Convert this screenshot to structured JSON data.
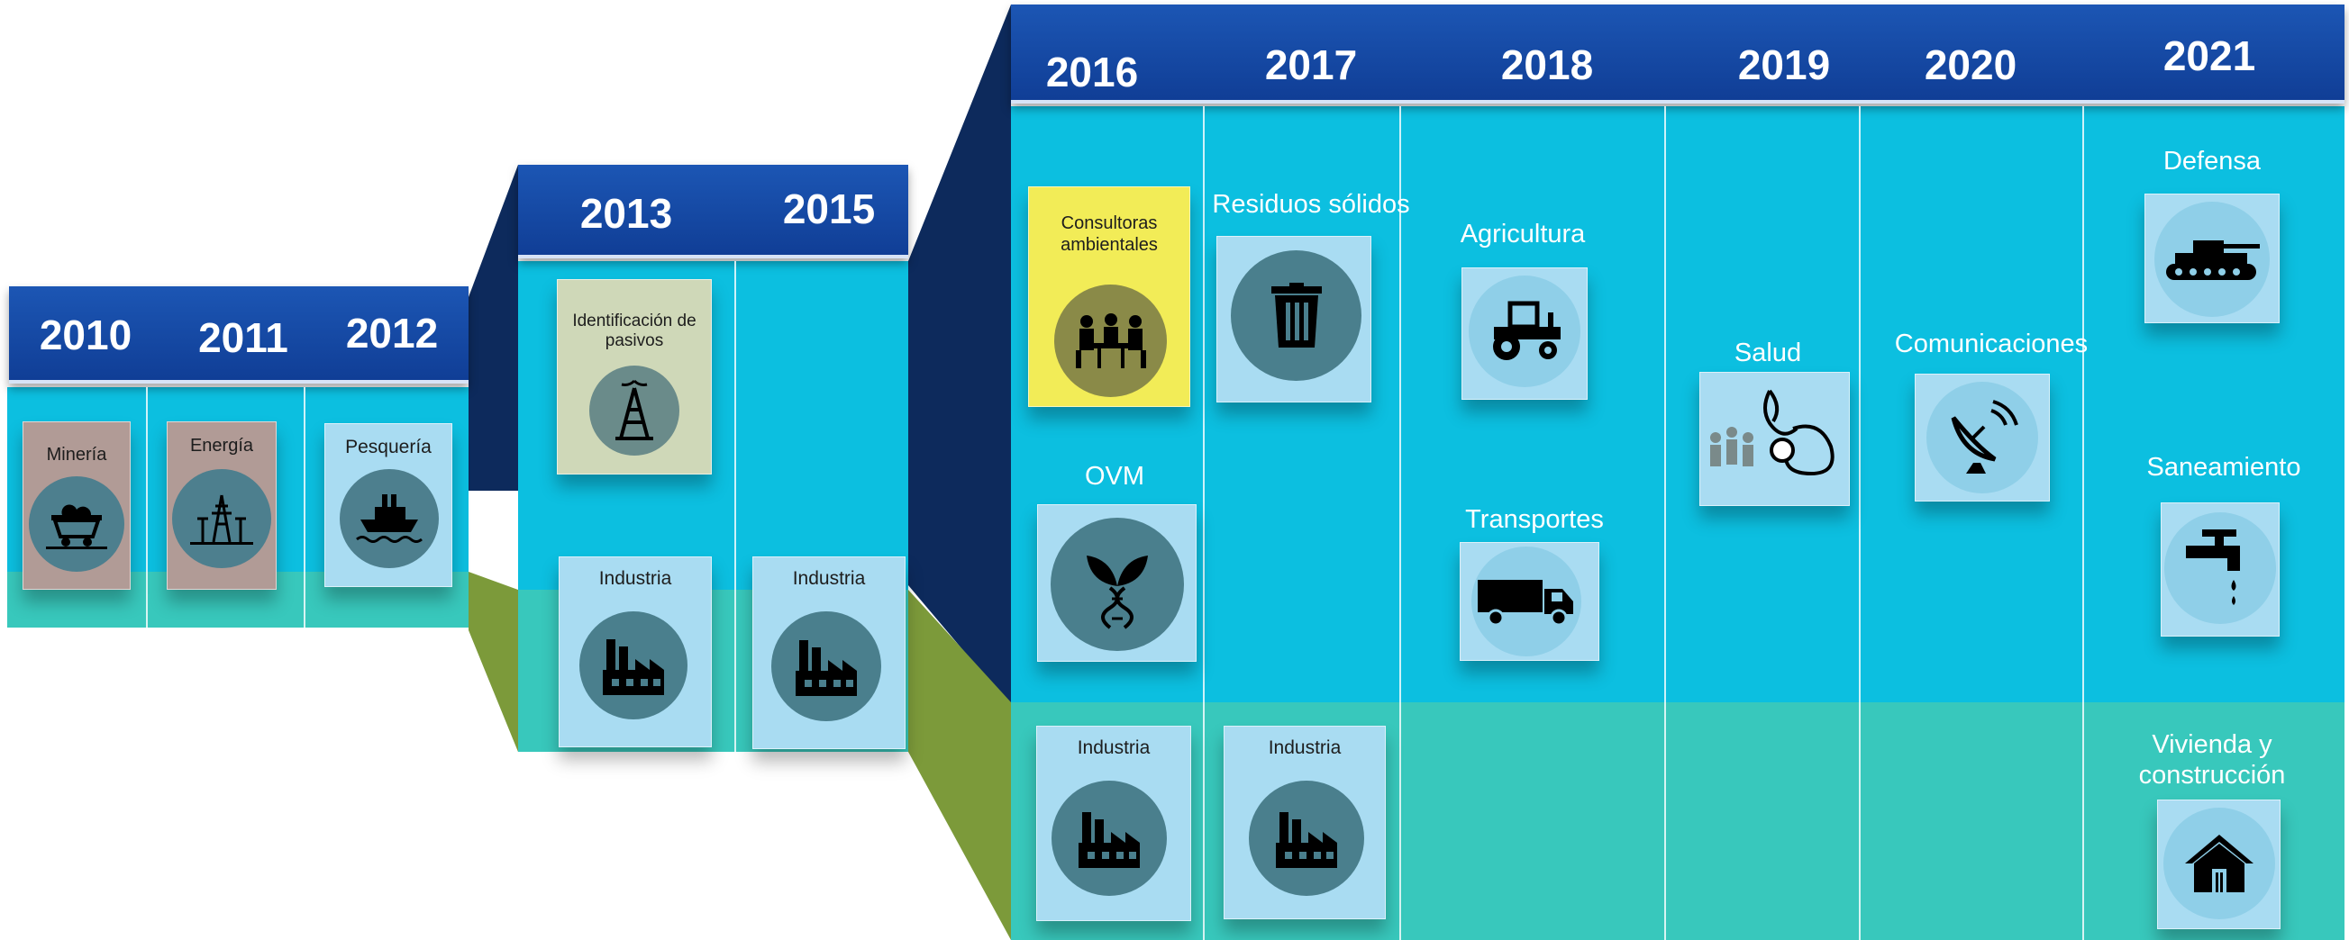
{
  "periods": [
    {
      "years": [
        "2010",
        "2011",
        "2012"
      ]
    },
    {
      "years": [
        "2013",
        "2015"
      ]
    },
    {
      "years": [
        "2016",
        "2017",
        "2018",
        "2019",
        "2020",
        "2021"
      ]
    }
  ],
  "sectors": {
    "mineria": "Minería",
    "energia": "Energía",
    "pesqueria": "Pesquería",
    "identificacion": "Identificación de pasivos",
    "industria": "Industria",
    "consultoras": "Consultoras ambientales",
    "residuos": "Residuos sólidos",
    "ovm": "OVM",
    "agricultura": "Agricultura",
    "transportes": "Transportes",
    "salud": "Salud",
    "comunicaciones": "Comunicaciones",
    "defensa": "Defensa",
    "saneamiento": "Saneamiento",
    "vivienda": "Vivienda y construcción"
  },
  "icons": {
    "mineria": "mine-cart-icon",
    "energia": "power-tower-icon",
    "pesqueria": "fishing-boat-icon",
    "identificacion": "oil-well-icon",
    "industria": "factory-icon",
    "consultoras": "meeting-icon",
    "residuos": "trash-bin-icon",
    "ovm": "dna-plant-icon",
    "agricultura": "tractor-icon",
    "transportes": "truck-icon",
    "salud": "stethoscope-icon",
    "comunicaciones": "satellite-dish-icon",
    "defensa": "tank-icon",
    "saneamiento": "faucet-icon",
    "vivienda": "house-icon"
  },
  "colors": {
    "header": "#1449a8",
    "panel_top": "#0cbfe0",
    "panel_bottom": "#38c8bc",
    "connector_dark": "#0d2a5c",
    "connector_green": "#7c9a3a",
    "card_blue": "#a9dcf2",
    "card_brown": "#b19b96",
    "card_beige": "#cfd8b8",
    "card_yellow": "#f2ec57"
  }
}
